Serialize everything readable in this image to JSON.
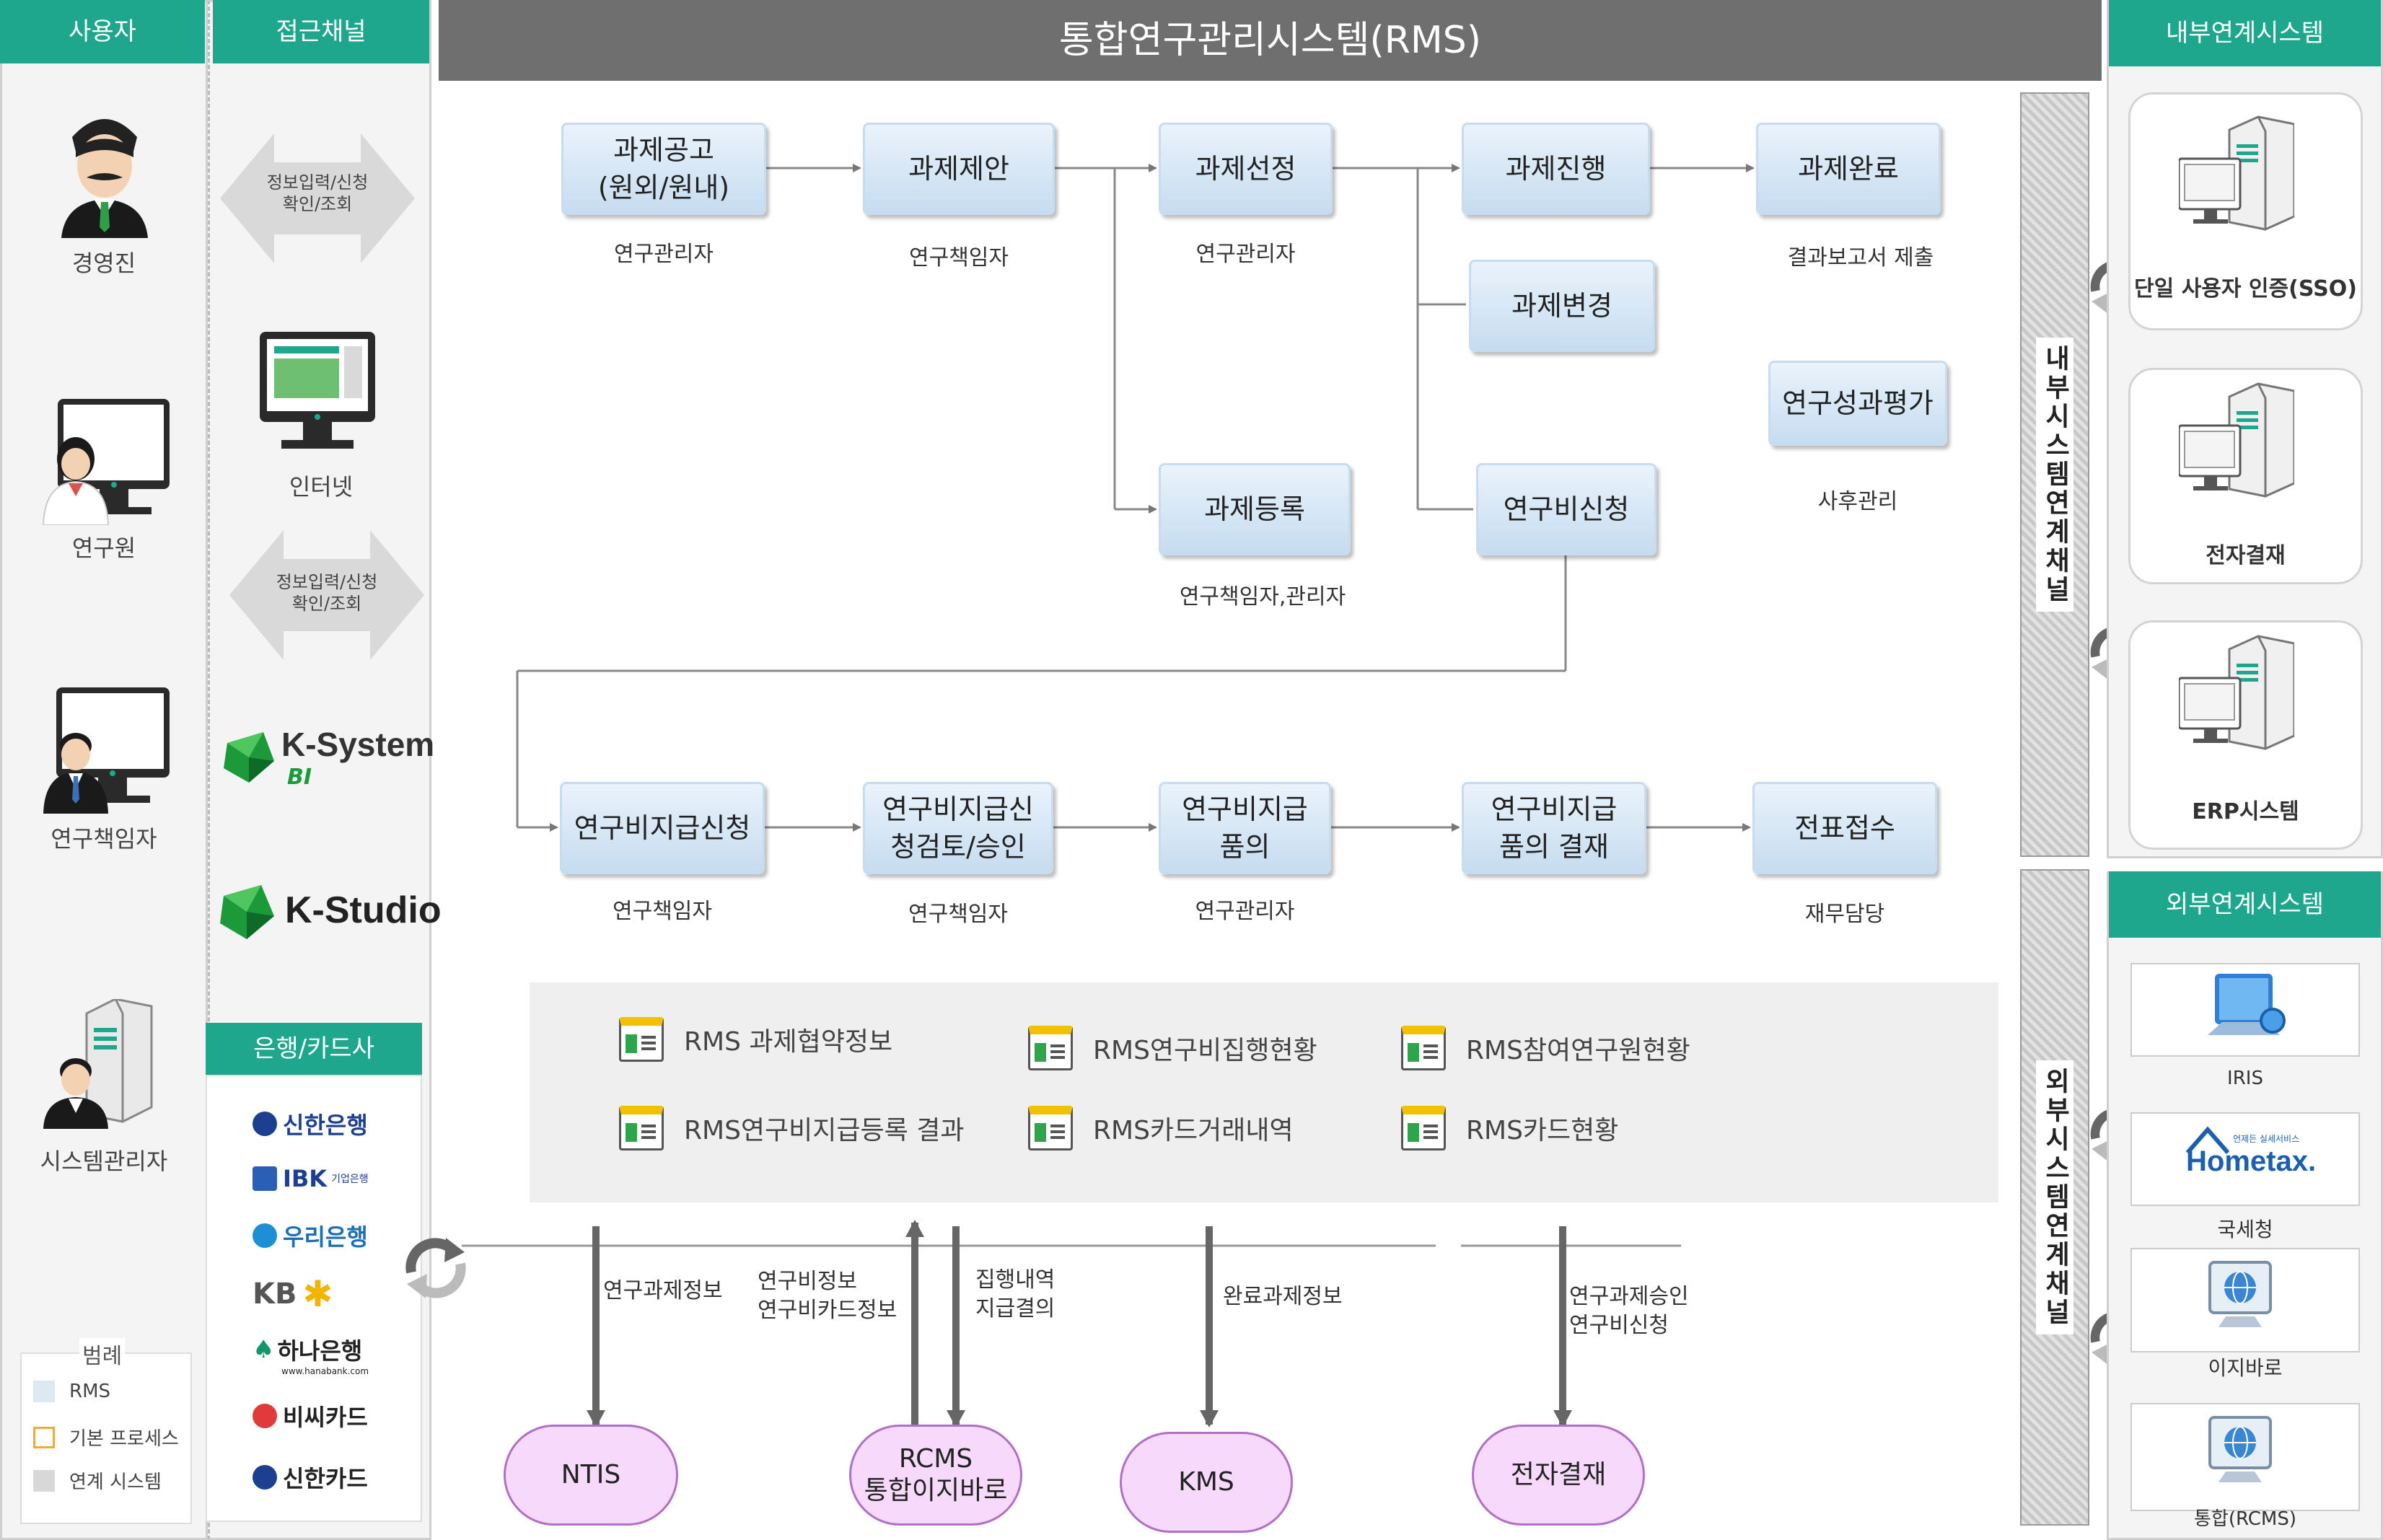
{
  "title": "통합연구관리시스템(RMS)",
  "headers": {
    "users": "사용자",
    "channels": "접근채널",
    "internal": "내부연계시스템",
    "external": "외부연계시스템",
    "banks": "은행/카드사"
  },
  "users": [
    "경영진",
    "연구원",
    "연구책임자",
    "시스템관리자"
  ],
  "channels": {
    "arrow1": "정보입력/신청\n확인/조회",
    "internet": "인터넷",
    "arrow2": "정보입력/신청\n확인/조회",
    "ksystem": "K-System",
    "ksystem_sub": "BI",
    "kstudio": "K-Studio"
  },
  "banks": [
    "신한은행",
    "IBK",
    "기업은행",
    "우리은행",
    "KB",
    "하나은행",
    "www.hanabank.com",
    "비씨카드",
    "신한카드"
  ],
  "legend": {
    "title": "범례",
    "items": [
      {
        "label": "RMS",
        "color": "#dce9f3"
      },
      {
        "label": "기본 프로세스",
        "color": "#f2a93b"
      },
      {
        "label": "연계 시스템",
        "color": "#d8d8d8"
      }
    ]
  },
  "row1": [
    {
      "label": "과제공고\n(원외/원내)",
      "sub": "연구관리자"
    },
    {
      "label": "과제제안",
      "sub": "연구책임자"
    },
    {
      "label": "과제선정",
      "sub": "연구관리자"
    },
    {
      "label": "과제진행",
      "sub": ""
    },
    {
      "label": "과제완료",
      "sub": "결과보고서 제출"
    }
  ],
  "mid": {
    "change": "과제변경",
    "eval": "연구성과평가",
    "eval_sub": "사후관리",
    "register": "과제등록",
    "register_sub": "연구책임자,관리자",
    "apply": "연구비신청"
  },
  "row2": [
    {
      "label": "연구비지급신청",
      "sub": "연구책임자"
    },
    {
      "label": "연구비지급신\n청검토/승인",
      "sub": "연구책임자"
    },
    {
      "label": "연구비지급\n품의",
      "sub": "연구관리자"
    },
    {
      "label": "연구비지급\n품의 결재",
      "sub": ""
    },
    {
      "label": "전표접수",
      "sub": "재무담당"
    }
  ],
  "info": [
    "RMS 과제협약정보",
    "RMS연구비집행현황",
    "RMS참여연구원현황",
    "RMS연구비지급등록 결과",
    "RMS카드거래내역",
    "RMS카드현황"
  ],
  "flows": [
    "연구과제정보",
    "연구비정보\n연구비카드정보",
    "집행내역\n지급결의",
    "완료과제정보",
    "연구과제승인\n연구비신청"
  ],
  "externals": [
    "NTIS",
    "RCMS\n통합이지바로",
    "KMS",
    "전자결재"
  ],
  "channels_v": {
    "internal": "내부시스템연계채널",
    "external": "외부시스템연계채널"
  },
  "internal_systems": [
    "단일 사용자 인증(SSO)",
    "전자결재",
    "ERP시스템"
  ],
  "external_systems": [
    "IRIS",
    "국세청",
    "이지바로",
    "통합(RCMS)"
  ],
  "hometax": {
    "logo": "Hometax.",
    "small": "언제든 실세서비스"
  }
}
